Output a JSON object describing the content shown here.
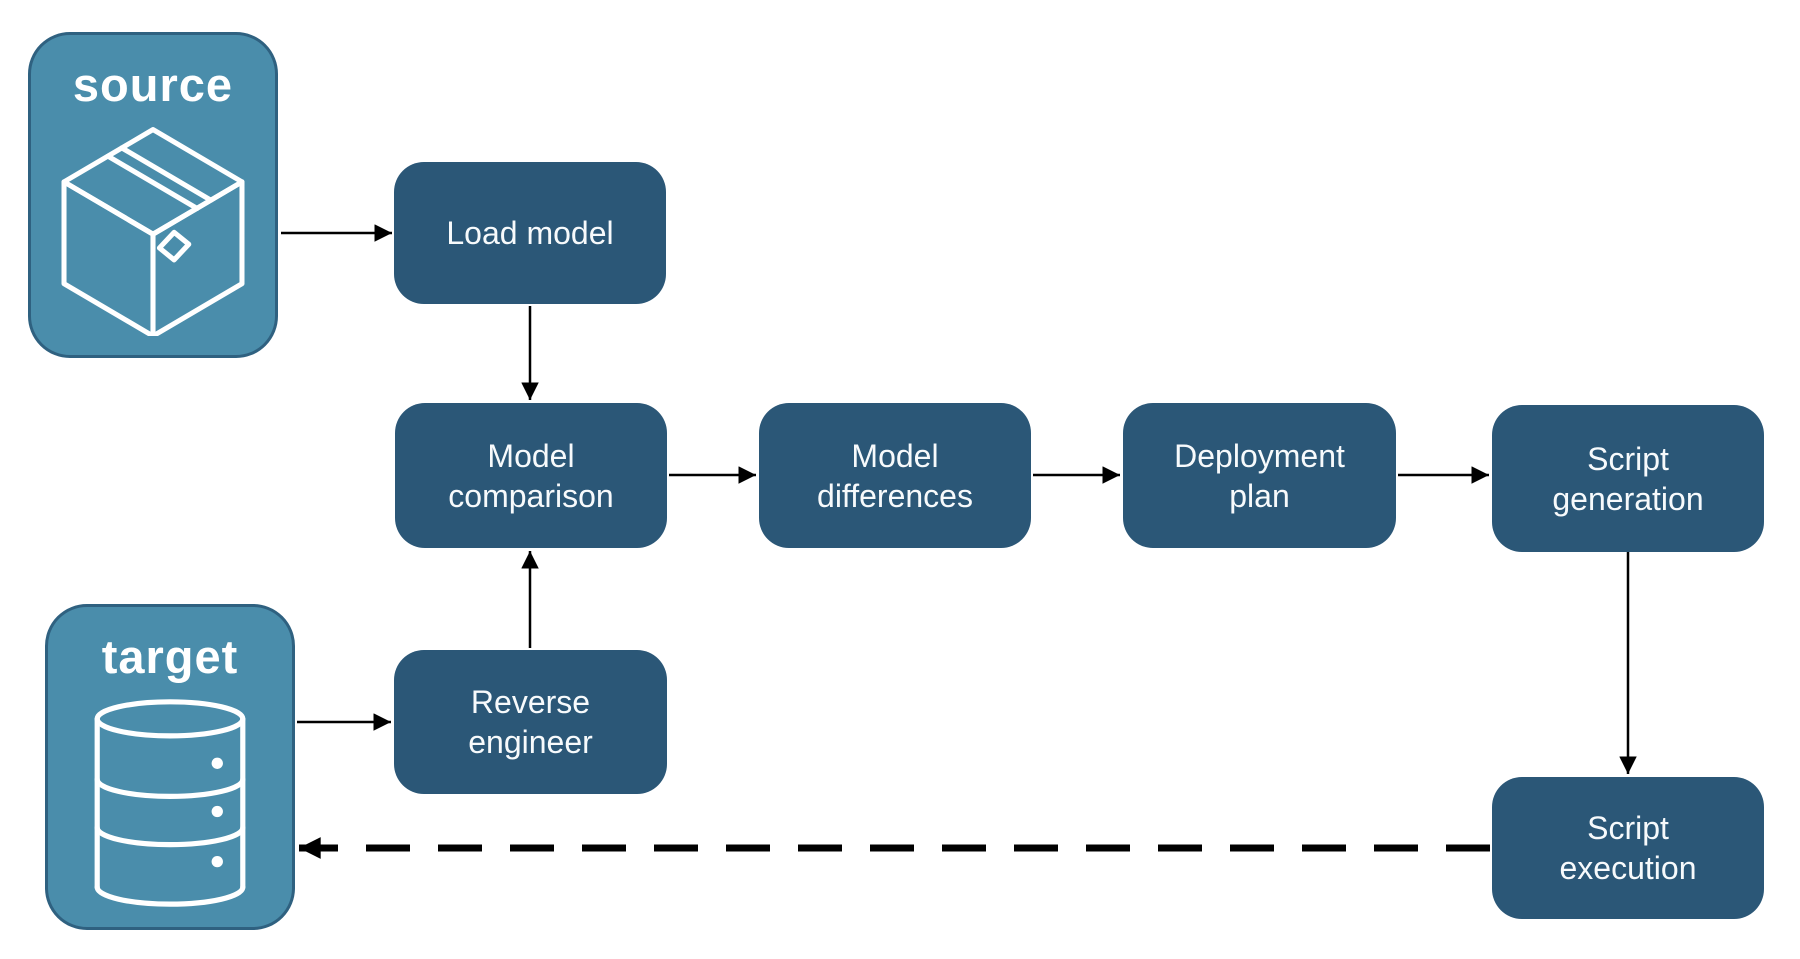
{
  "diagram": {
    "endpoints": {
      "source": {
        "label": "source",
        "icon": "package-icon"
      },
      "target": {
        "label": "target",
        "icon": "database-icon"
      }
    },
    "steps": [
      {
        "id": "load-model",
        "label": "Load model",
        "lines": [
          "Load model"
        ]
      },
      {
        "id": "model-comparison",
        "label": "Model comparison",
        "lines": [
          "Model",
          "comparison"
        ]
      },
      {
        "id": "model-differences",
        "label": "Model differences",
        "lines": [
          "Model",
          "differences"
        ]
      },
      {
        "id": "deployment-plan",
        "label": "Deployment plan",
        "lines": [
          "Deployment",
          "plan"
        ]
      },
      {
        "id": "script-generation",
        "label": "Script generation",
        "lines": [
          "Script",
          "generation"
        ]
      },
      {
        "id": "reverse-engineer",
        "label": "Reverse engineer",
        "lines": [
          "Reverse",
          "engineer"
        ]
      },
      {
        "id": "script-execution",
        "label": "Script execution",
        "lines": [
          "Script",
          "execution"
        ]
      }
    ],
    "edges": [
      {
        "from": "source",
        "to": "load-model",
        "style": "solid"
      },
      {
        "from": "load-model",
        "to": "model-comparison",
        "style": "solid"
      },
      {
        "from": "target",
        "to": "reverse-engineer",
        "style": "solid"
      },
      {
        "from": "reverse-engineer",
        "to": "model-comparison",
        "style": "solid"
      },
      {
        "from": "model-comparison",
        "to": "model-differences",
        "style": "solid"
      },
      {
        "from": "model-differences",
        "to": "deployment-plan",
        "style": "solid"
      },
      {
        "from": "deployment-plan",
        "to": "script-generation",
        "style": "solid"
      },
      {
        "from": "script-generation",
        "to": "script-execution",
        "style": "solid"
      },
      {
        "from": "script-execution",
        "to": "target",
        "style": "dashed"
      }
    ],
    "colors": {
      "step_fill": "#2B5777",
      "endpoint_fill": "#4A8DAB",
      "endpoint_border": "#2F6180",
      "arrow": "#000000",
      "label_text": "#FFFFFF",
      "background": "#FFFFFF"
    }
  }
}
